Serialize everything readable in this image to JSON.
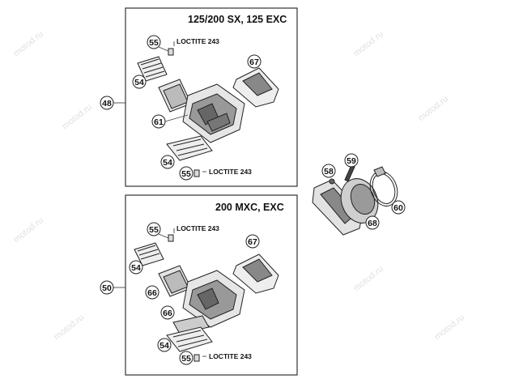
{
  "panels": {
    "top_title": "125/200 SX, 125 EXC",
    "bottom_title": "200 MXC, EXC"
  },
  "labels": {
    "loctite": "LOCTITE 243"
  },
  "callouts": {
    "c48": "48",
    "c50": "50",
    "c54a": "54",
    "c54b": "54",
    "c54c": "54",
    "c54d": "54",
    "c55a": "55",
    "c55b": "55",
    "c55c": "55",
    "c55d": "55",
    "c58": "58",
    "c59": "59",
    "c60": "60",
    "c61": "61",
    "c66a": "66",
    "c66b": "66",
    "c67a": "67",
    "c67b": "67",
    "c68": "68"
  },
  "watermark": "motod.ru",
  "colors": {
    "line": "#222222",
    "watermark": "#c8c8c8"
  }
}
